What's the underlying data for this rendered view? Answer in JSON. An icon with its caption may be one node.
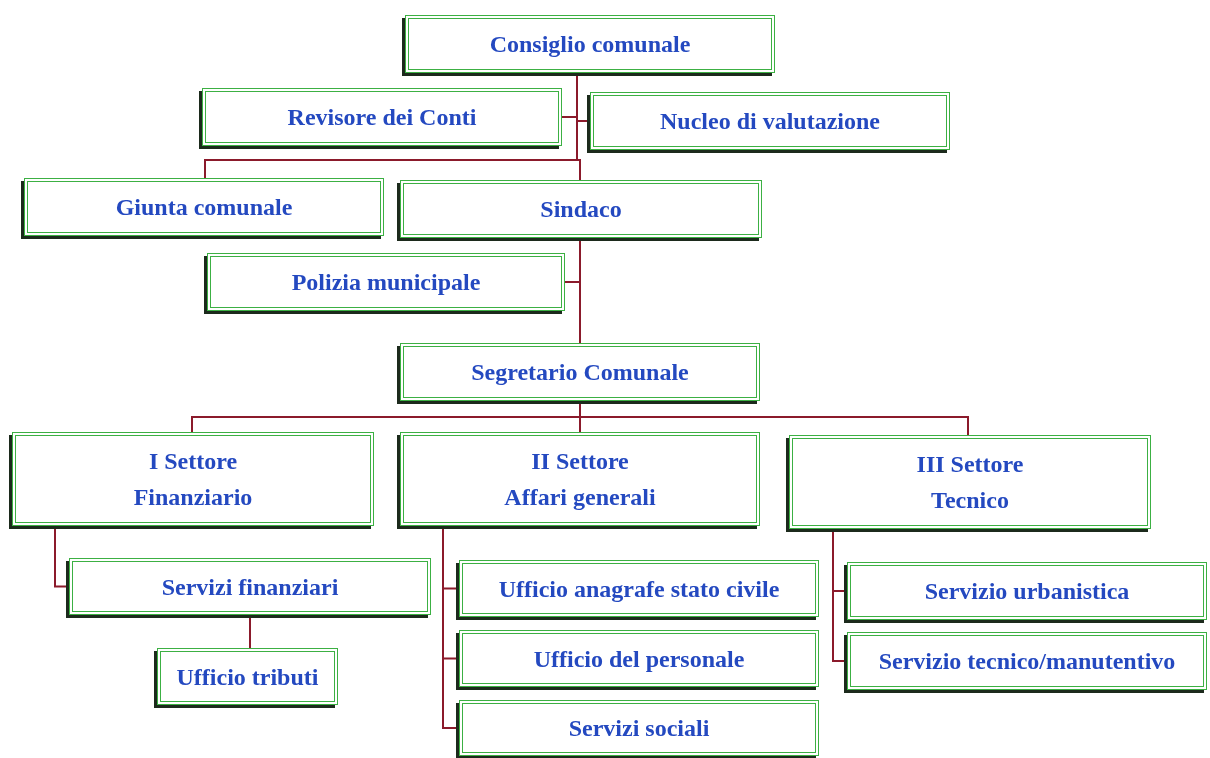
{
  "diagram": {
    "nodes": [
      {
        "text": [
          "Consiglio comunale"
        ]
      },
      {
        "text": [
          "Revisore dei Conti"
        ]
      },
      {
        "text": [
          "Nucleo di valutazione"
        ]
      },
      {
        "text": [
          "Giunta comunale"
        ]
      },
      {
        "text": [
          "Sindaco"
        ]
      },
      {
        "text": [
          "Polizia municipale"
        ]
      },
      {
        "text": [
          "Segretario Comunale"
        ]
      },
      {
        "text": [
          "I Settore",
          "Finanziario"
        ]
      },
      {
        "text": [
          "II Settore",
          "Affari generali"
        ]
      },
      {
        "text": [
          "III Settore",
          "Tecnico"
        ]
      },
      {
        "text": [
          "Servizi finanziari"
        ]
      },
      {
        "text": [
          "Ufficio tributi"
        ]
      },
      {
        "text": [
          "Ufficio anagrafe stato civile"
        ]
      },
      {
        "text": [
          "Ufficio del personale"
        ]
      },
      {
        "text": [
          "Servizi sociali"
        ]
      },
      {
        "text": [
          "Servizio urbanistica"
        ]
      },
      {
        "text": [
          "Servizio tecnico/manutentivo"
        ]
      }
    ],
    "edges": [
      {
        "from": 0,
        "to": 1,
        "arrow": "none"
      },
      {
        "from": 0,
        "to": 2,
        "arrow": "none"
      },
      {
        "from": 0,
        "to": 3,
        "arrow": "none"
      },
      {
        "from": 0,
        "to": 4,
        "arrow": "none"
      },
      {
        "from": 4,
        "to": 5,
        "arrow": "none"
      },
      {
        "from": 4,
        "to": 6,
        "arrow": "none"
      },
      {
        "from": 6,
        "to": 7,
        "arrow": "none"
      },
      {
        "from": 6,
        "to": 8,
        "arrow": "none"
      },
      {
        "from": 6,
        "to": 9,
        "arrow": "none"
      },
      {
        "from": 7,
        "to": 10,
        "arrow": "none"
      },
      {
        "from": 10,
        "to": 11,
        "arrow": "none"
      },
      {
        "from": 8,
        "to": 12,
        "arrow": "none"
      },
      {
        "from": 8,
        "to": 13,
        "arrow": "none"
      },
      {
        "from": 8,
        "to": 14,
        "arrow": "none"
      },
      {
        "from": 9,
        "to": 15,
        "arrow": "none"
      },
      {
        "from": 9,
        "to": 16,
        "arrow": "none"
      }
    ]
  }
}
